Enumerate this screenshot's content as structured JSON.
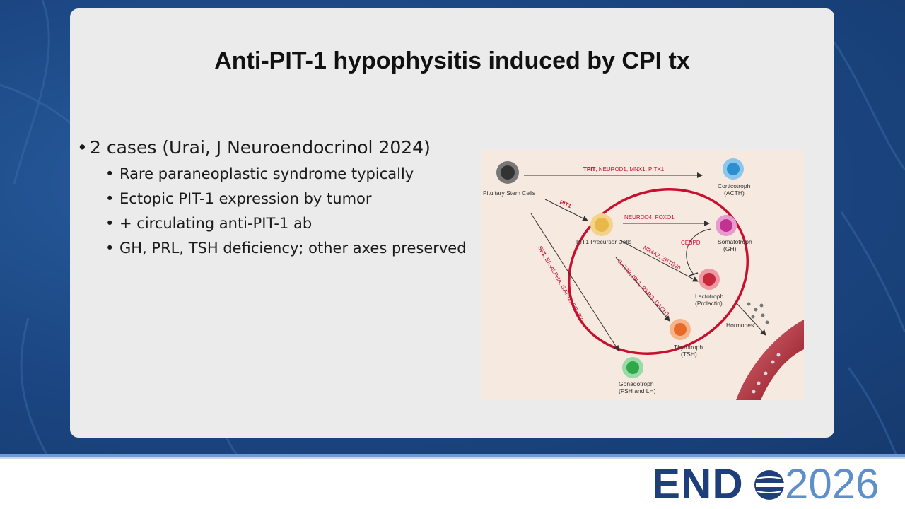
{
  "slide": {
    "title": "Anti-PIT-1 hypophysitis induced by CPI tx",
    "bullets": {
      "main": "2 cases (Urai, J Neuroendocrinol 2024)",
      "sub": [
        "Rare paraneoplastic syndrome typically",
        "Ectopic PIT-1 expression by tumor",
        "+ circulating anti-PIT-1 ab",
        "GH, PRL, TSH deficiency; other axes preserved"
      ]
    }
  },
  "figure": {
    "cells": {
      "stem": "Pituitary Stem Cells",
      "pit1_precursor": "PIT1 Precursor Cells",
      "corticotroph": [
        "Corticotroph",
        "(ACTH)"
      ],
      "somatotroph": [
        "Somatotroph",
        "(GH)"
      ],
      "lactotroph": [
        "Lactotroph",
        "(Prolactin)"
      ],
      "thyrotroph": [
        "Thyrotroph",
        "(TSH)"
      ],
      "gonadotroph": [
        "Gonadotroph",
        "(FSH and LH)"
      ],
      "hormones": "Hormones"
    },
    "factors": {
      "tpit_bold": "TPIT",
      "tpit_rest": ", NEUROD1, MNX1, PITX1",
      "pit1": "PIT1",
      "neurod4": "NEUROD4, FOXO1",
      "cebpd": "CEBPD",
      "nr4a2": "NR4A2, ZBTB20",
      "gata2": "GATA2, ISL1, RXRG, DACH1",
      "sf1_bold": "SF1",
      "sf1_rest": ", ER-ALPHA, GATA2, FOXP2"
    },
    "colors": {
      "ring": "#c8102e",
      "factor_text": "#c8102e",
      "corticotroph": "#2c8fd0",
      "somatotroph": "#c2328f",
      "lactotroph": "#c8283c",
      "thyrotroph": "#e86a2a",
      "gonadotroph": "#2fa84a",
      "precursor": "#e8b84a",
      "stem": "#333333"
    }
  },
  "footer": {
    "logo_word": "END",
    "logo_year": "2026"
  }
}
